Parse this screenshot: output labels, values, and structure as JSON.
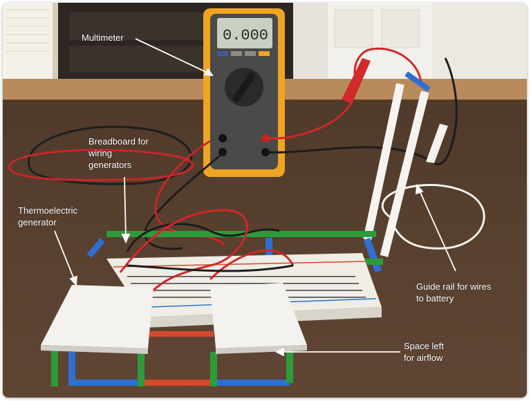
{
  "annotations": {
    "multimeter": "Multimeter",
    "breadboard_line1": "Breadboard for",
    "breadboard_line2": "wiring",
    "breadboard_line3": "generators",
    "teg_line1": "Thermoelectric",
    "teg_line2": "generator",
    "guide_line1": "Guide rail for wires",
    "guide_line2": "to battery",
    "space_line1": "Space left",
    "space_line2": "for airflow"
  },
  "multimeter_display": "0.000",
  "colors": {
    "table": "#5a4032",
    "wall": "#e9e6df",
    "meter_body": "#f2a822",
    "straw_blue": "#2f6fd0",
    "straw_green": "#2e9b3a",
    "straw_red": "#d44a2a",
    "wire_red": "#d8262a",
    "wire_black": "#1c1c1c"
  }
}
